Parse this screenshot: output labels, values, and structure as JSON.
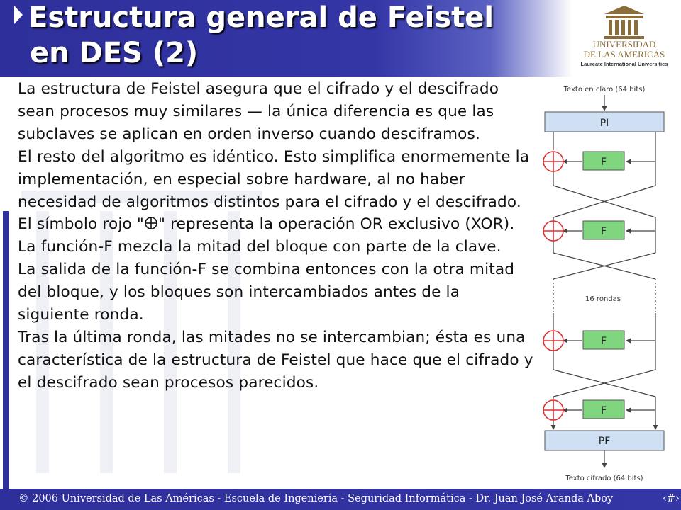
{
  "slide": {
    "title_line1": "Estructura general de Feistel",
    "title_line2": "en DES (2)",
    "logo": {
      "line1": "UNIVERSIDAD",
      "line2": "DE LAS AMERICAS",
      "line3": "Laureate International Universities",
      "icon": "columned-building-icon",
      "color": "#8a6d3b"
    },
    "paragraphs": [
      "La estructura de Feistel asegura que el cifrado y el descifrado sean procesos muy similares — la única diferencia es que las subclaves se aplican en orden inverso cuando desciframos.",
      "El resto del algoritmo es idéntico. Esto simplifica enormemente la implementación, en especial sobre hardware, al no haber necesidad de algoritmos distintos para el cifrado y el descifrado."
    ],
    "xor_paragraph_before": "El símbolo rojo \"",
    "xor_paragraph_after": "\" representa la operación OR exclusivo (XOR). La función-F mezcla la mitad del bloque con parte de la clave.",
    "paragraphs_after": [
      "La salida de la función-F se combina entonces con la otra mitad del bloque, y los bloques son intercambiados antes de la siguiente ronda.",
      "Tras la última ronda, las mitades no se intercambian; ésta es una característica de la estructura de Feistel que hace que el cifrado y el descifrado sean procesos parecidos."
    ]
  },
  "diagram": {
    "input_label": "Texto en claro (64 bits)",
    "initial_permutation": "PI",
    "f_label": "F",
    "rounds_label": "16 rondas",
    "final_permutation": "PF",
    "output_label": "Texto cifrado (64 bits)",
    "colors": {
      "box": "#cfe0f4",
      "f_box": "#7fd67f",
      "xor": "#e03030",
      "line": "#444444"
    }
  },
  "footer": {
    "text": "© 2006 Universidad de Las Américas  -  Escuela de Ingeniería  -  Seguridad Informática  -  Dr. Juan José Aranda Aboy",
    "page_icon": "slide-number-icon",
    "page_symbol": "‹#›"
  },
  "theme": {
    "primary": "#2e2f9a",
    "text": "#111111"
  }
}
